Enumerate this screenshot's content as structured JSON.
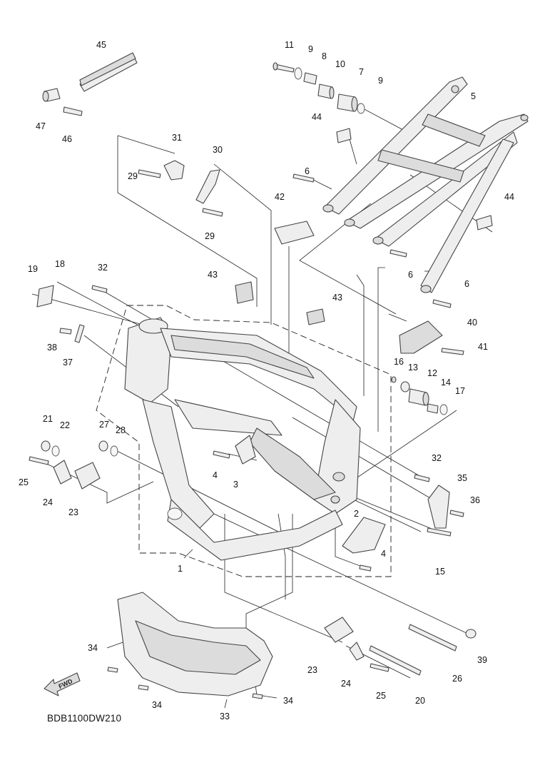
{
  "diagram": {
    "code": "BDB1100DW210",
    "fwd_label": "FWD",
    "callouts": [
      {
        "id": "c45",
        "text": "45"
      },
      {
        "id": "c47",
        "text": "47"
      },
      {
        "id": "c46",
        "text": "46"
      },
      {
        "id": "c11",
        "text": "11"
      },
      {
        "id": "c9a",
        "text": "9"
      },
      {
        "id": "c8",
        "text": "8"
      },
      {
        "id": "c10",
        "text": "10"
      },
      {
        "id": "c7",
        "text": "7"
      },
      {
        "id": "c9b",
        "text": "9"
      },
      {
        "id": "c5",
        "text": "5"
      },
      {
        "id": "c44a",
        "text": "44"
      },
      {
        "id": "c31",
        "text": "31"
      },
      {
        "id": "c30",
        "text": "30"
      },
      {
        "id": "c29a",
        "text": "29"
      },
      {
        "id": "c29b",
        "text": "29"
      },
      {
        "id": "c6a",
        "text": "6"
      },
      {
        "id": "c42",
        "text": "42"
      },
      {
        "id": "c44b",
        "text": "44"
      },
      {
        "id": "c6b",
        "text": "6"
      },
      {
        "id": "c6c",
        "text": "6"
      },
      {
        "id": "c19",
        "text": "19"
      },
      {
        "id": "c18",
        "text": "18"
      },
      {
        "id": "c32a",
        "text": "32"
      },
      {
        "id": "c43a",
        "text": "43"
      },
      {
        "id": "c43b",
        "text": "43"
      },
      {
        "id": "c40",
        "text": "40"
      },
      {
        "id": "c41",
        "text": "41"
      },
      {
        "id": "c38",
        "text": "38"
      },
      {
        "id": "c37",
        "text": "37"
      },
      {
        "id": "c16",
        "text": "16"
      },
      {
        "id": "c13",
        "text": "13"
      },
      {
        "id": "c12",
        "text": "12"
      },
      {
        "id": "c14",
        "text": "14"
      },
      {
        "id": "c17",
        "text": "17"
      },
      {
        "id": "c21",
        "text": "21"
      },
      {
        "id": "c22",
        "text": "22"
      },
      {
        "id": "c27",
        "text": "27"
      },
      {
        "id": "c28",
        "text": "28"
      },
      {
        "id": "c25a",
        "text": "25"
      },
      {
        "id": "c24a",
        "text": "24"
      },
      {
        "id": "c23a",
        "text": "23"
      },
      {
        "id": "c4a",
        "text": "4"
      },
      {
        "id": "c3",
        "text": "3"
      },
      {
        "id": "c32b",
        "text": "32"
      },
      {
        "id": "c35",
        "text": "35"
      },
      {
        "id": "c36",
        "text": "36"
      },
      {
        "id": "c2",
        "text": "2"
      },
      {
        "id": "c4b",
        "text": "4"
      },
      {
        "id": "c15",
        "text": "15"
      },
      {
        "id": "c1",
        "text": "1"
      },
      {
        "id": "c34a",
        "text": "34"
      },
      {
        "id": "c34b",
        "text": "34"
      },
      {
        "id": "c34c",
        "text": "34"
      },
      {
        "id": "c33",
        "text": "33"
      },
      {
        "id": "c39",
        "text": "39"
      },
      {
        "id": "c23b",
        "text": "23"
      },
      {
        "id": "c24b",
        "text": "24"
      },
      {
        "id": "c25b",
        "text": "25"
      },
      {
        "id": "c20",
        "text": "20"
      },
      {
        "id": "c26",
        "text": "26"
      }
    ]
  }
}
